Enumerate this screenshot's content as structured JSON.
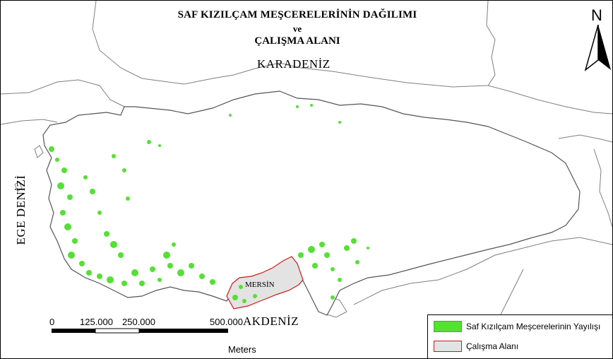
{
  "map": {
    "title_line1": "SAF KIZILÇAM MEŞCERELERİNİN DAĞILIMI",
    "title_line2": "ve",
    "title_line3": "ÇALIŞMA ALANI",
    "seas": {
      "north": "KARADENİZ",
      "south": "AKDENİZ",
      "west": "EGE DENİZİ"
    },
    "place_label": "MERSİN",
    "north_arrow": {
      "letter": "N",
      "icon": "north-arrow-icon"
    },
    "legend": {
      "items": [
        {
          "label": "Saf Kızılçam Meşcerelerinin Yayılışı",
          "color": "#55e034"
        },
        {
          "label": "Çalışma Alanı",
          "color": "#e3e3e3",
          "border": "#d01818"
        }
      ]
    },
    "scale": {
      "ticks": [
        "0",
        "125.000",
        "250.000",
        "500.000"
      ],
      "unit": "Meters"
    },
    "colors": {
      "land_outline": "#555555",
      "neighbor_border": "#7f7f7f",
      "forest": "#55e034",
      "study_area_fill": "#e3e3e3",
      "study_area_border": "#d01818"
    }
  }
}
